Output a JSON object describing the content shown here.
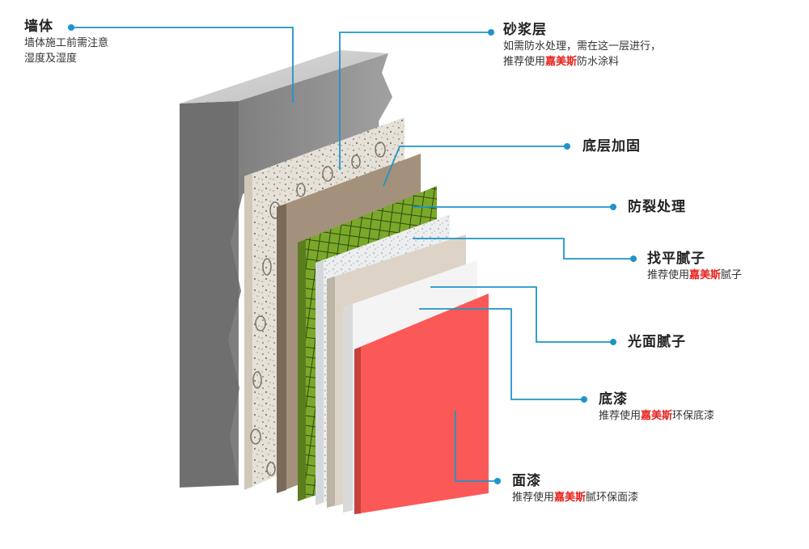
{
  "colors": {
    "leader": "#1e95c8",
    "brand": "#e8201a",
    "wall": "#8e8e8e",
    "paint": "#fb5957"
  },
  "labels": {
    "wall": {
      "title": "墙体",
      "desc1": "墙体施工前需注意",
      "desc2": "湿度及湿度"
    },
    "mortar": {
      "title": "砂浆层",
      "desc1": "如需防水处理，需在这一层进行，",
      "desc2_pre": "推荐使用",
      "desc2_brand": "嘉美斯",
      "desc2_post": "防水涂料"
    },
    "base_reinforce": {
      "title": "底层加固"
    },
    "crack": {
      "title": "防裂处理"
    },
    "leveling": {
      "title": "找平腻子",
      "desc_pre": "推荐使用",
      "desc_brand": "嘉美斯",
      "desc_post": "腻子"
    },
    "smooth": {
      "title": "光面腻子"
    },
    "primer": {
      "title": "底漆",
      "desc_pre": "推荐使用",
      "desc_brand": "嘉美斯",
      "desc_post": "环保底漆"
    },
    "topcoat": {
      "title": "面漆",
      "desc_pre": "推荐使用",
      "desc_brand": "嘉美斯",
      "desc_post": "腻环保面漆"
    }
  }
}
